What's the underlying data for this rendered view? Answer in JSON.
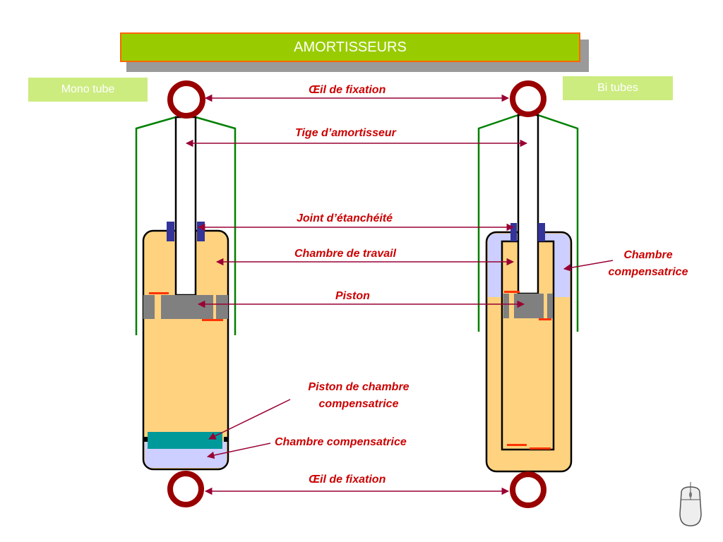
{
  "title": "AMORTISSEURS",
  "tags": {
    "mono": "Mono tube",
    "bi": "Bi tubes"
  },
  "labels": {
    "oeil_top": "Œil de fixation",
    "tige": "Tige d’amortisseur",
    "joint": "Joint d’étanchéité",
    "chambre_travail": "Chambre de travail",
    "piston": "Piston",
    "piston_comp_1": "Piston de chambre",
    "piston_comp_2": "compensatrice",
    "chambre_comp_left": "Chambre compensatrice",
    "chambre_comp_right_1": "Chambre",
    "chambre_comp_right_2": "compensatrice",
    "oeil_bottom": "Œil de fixation"
  },
  "colors": {
    "accent_red": "#cc0000",
    "title_green": "#99cc00",
    "title_border": "#ff6600",
    "oil": "#ffd27f",
    "gas": "#cccfff",
    "piston_grey": "#808080",
    "seal_blue": "#333399",
    "comp_piston_teal": "#009999",
    "eye_ring": "#990000",
    "cover_green": "#008000"
  },
  "icons": {
    "mouse": "mouse-icon"
  }
}
